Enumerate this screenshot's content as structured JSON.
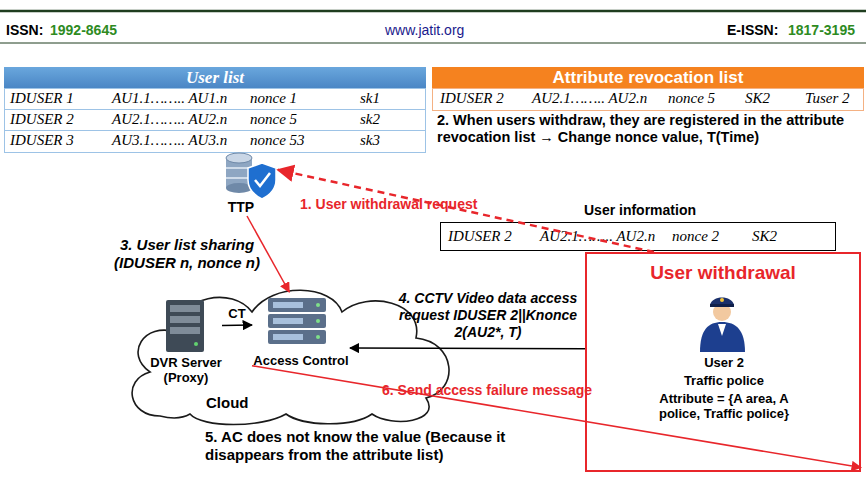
{
  "diagram": {
    "nodes": [
      {
        "text": [
          "User list"
        ]
      },
      {
        "text": [
          "Attribute revocation list"
        ]
      },
      {
        "text": [
          "TTP"
        ]
      },
      {
        "text": [
          "Cloud"
        ]
      },
      {
        "text": [
          "DVR Server (Proxy)"
        ],
        "in": 3
      },
      {
        "text": [
          "Access Control"
        ],
        "in": 3
      },
      {
        "text": [
          "User information"
        ]
      },
      {
        "text": [
          "User withdrawal",
          "User 2",
          "Traffic police",
          "Attribute = {A area, A police, Traffic police}"
        ]
      }
    ],
    "edges": [
      {
        "from": 7,
        "to": 2,
        "arrow": "to",
        "label": "1. User withdrawal request"
      },
      {
        "from": 2,
        "to": 5,
        "arrow": "to",
        "label": "3. User list sharing (IDUSER n, nonce n)"
      },
      {
        "from": 4,
        "to": 5,
        "arrow": "to",
        "label": "CT"
      },
      {
        "from": 7,
        "to": 5,
        "arrow": "to",
        "label": "4. CCTV Video data access request IDUSER 2||Knonce 2(AU2*, T)"
      },
      {
        "from": 5,
        "to": 7,
        "arrow": "to",
        "label": "6. Send access failure message"
      }
    ],
    "labels": [
      "ISSN:",
      "1992-8645",
      "www.jatit.org",
      "E-ISSN:",
      "1817-3195",
      "IDUSER 1",
      "AU1.1…….. AU1.n",
      "nonce 1",
      "sk1",
      "IDUSER 2",
      "AU2.1…….. AU2.n",
      "nonce 5",
      "sk2",
      "IDUSER 3",
      "AU3.1…….. AU3.n",
      "nonce 53",
      "sk3",
      "IDUSER 2",
      "AU2.1…….. AU2.n",
      "nonce 5",
      "SK2",
      "Tuser 2",
      "2. When users withdraw, they are registered in the attribute revocation list → Change nonce value, T(Time)",
      "IDUSER 2",
      "AU2.1…….. AU2.n",
      "nonce 2",
      "SK2",
      "5. AC does not know the value (Because it disappears from the attribute list)"
    ]
  }
}
